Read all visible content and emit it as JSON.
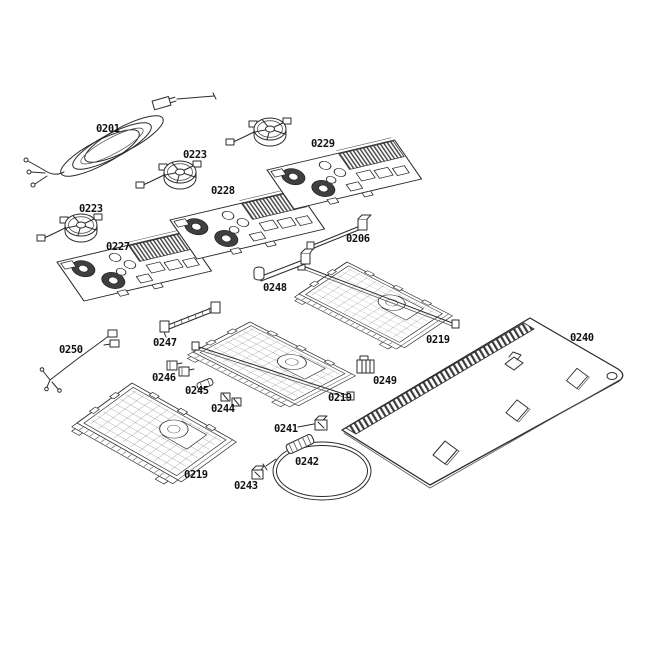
{
  "diagram": {
    "type": "exploded-parts-diagram",
    "subject": "induction cooktop assembly exploded view",
    "colors": {
      "background": "#ffffff",
      "line": "#2b2b2b",
      "label_text": "#101010",
      "coil_dark": "#3f3f3f",
      "heatsink_rib": "#4a4a4a",
      "grid_line": "#8a8a8a"
    },
    "callouts": [
      {
        "label": "0201",
        "part": "mains-power-cord"
      },
      {
        "label": "0223",
        "part": "cooling-fan-middle"
      },
      {
        "label": "0229",
        "part": "induction-power-module"
      },
      {
        "label": "0223",
        "part": "cooling-fan-left"
      },
      {
        "label": "0228",
        "part": "induction-power-module"
      },
      {
        "label": "0227",
        "part": "induction-power-module"
      },
      {
        "label": "0206",
        "part": "connecting-cable"
      },
      {
        "label": "0248",
        "part": "connecting-cable"
      },
      {
        "label": "0247",
        "part": "ribbon-cable"
      },
      {
        "label": "0250",
        "part": "wiring-harness"
      },
      {
        "label": "0246",
        "part": "interference-filter"
      },
      {
        "label": "0245",
        "part": "sensor-fuse"
      },
      {
        "label": "0244",
        "part": "cable-clamp-pair"
      },
      {
        "label": "0219",
        "part": "support-tray-top"
      },
      {
        "label": "0249",
        "part": "plug-connector"
      },
      {
        "label": "0219",
        "part": "support-tray-middle"
      },
      {
        "label": "0240",
        "part": "glass-ceramic-hob-top"
      },
      {
        "label": "0241",
        "part": "fixing-clip"
      },
      {
        "label": "0242",
        "part": "sealing-cord-ring"
      },
      {
        "label": "0243",
        "part": "fixing-clip"
      },
      {
        "label": "0219",
        "part": "support-tray-bottom"
      }
    ]
  }
}
